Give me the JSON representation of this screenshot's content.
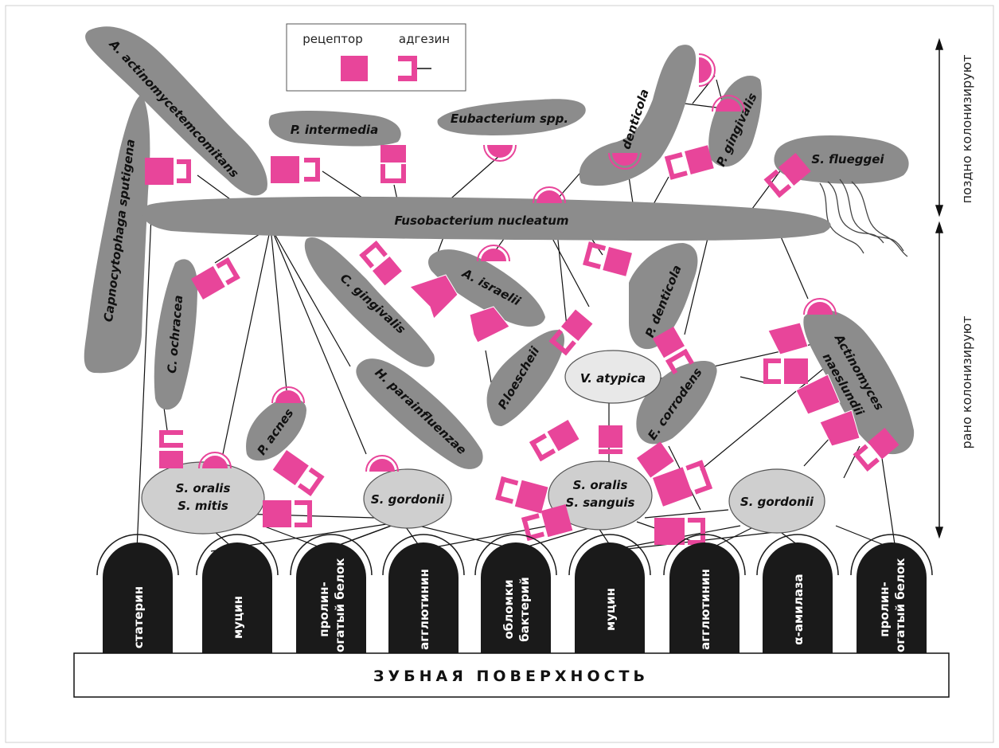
{
  "legend": {
    "receptor": "рецептор",
    "adhesin": "адгезин"
  },
  "side_labels": {
    "late": "поздно колонизируют",
    "early": "рано колонизируют"
  },
  "surface": "ЗУБНАЯ ПОВЕРХНОСТЬ",
  "pillars": [
    [
      "статерин"
    ],
    [
      "муцин"
    ],
    [
      "пролин-",
      "богатый белок"
    ],
    [
      "агглютинин"
    ],
    [
      "обломки",
      "бактерий"
    ],
    [
      "муцин"
    ],
    [
      "агглютинин"
    ],
    [
      "α-амилаза"
    ],
    [
      "пролин-",
      "богатый белок"
    ]
  ],
  "bacteria": {
    "a_actino": "A. actinomycetemcomitans",
    "capno": "Capnocytophaga sputigena",
    "p_intermedia": "P. intermedia",
    "eubacterium": "Eubacterium spp.",
    "t_denticola": "T. denticola",
    "p_gingivalis": "P. gingivalis",
    "s_flueggei": "S. flueggei",
    "fuso": "Fusobacterium nucleatum",
    "c_ochracea": "C. ochracea",
    "c_gingivalis": "C. gingivalis",
    "a_israelii": "A. israelii",
    "p_denticola": "P. denticola",
    "p_loescheii": "P.loescheii",
    "v_atypica": "V. atypica",
    "h_parainfluenzae": "H. parainfluenzae",
    "e_corrodens": "E. corrodens",
    "actinomyces_1": "Actinomyces",
    "actinomyces_2": "naeslundii",
    "p_acnes": "P. acnes",
    "s_oralis_mitis_1": "S. oralis",
    "s_oralis_mitis_2": "S. mitis",
    "s_gordonii_1": "S. gordonii",
    "s_oralis_sanguis_1": "S. oralis",
    "s_oralis_sanguis_2": "S. sanguis",
    "s_gordonii_2": "S. gordonii"
  },
  "colors": {
    "bacterium_dark": "#8c8c8c",
    "bacterium_light": "#cfcfcf",
    "receptor": "#e8459a",
    "pillar": "#1a1a1a"
  }
}
